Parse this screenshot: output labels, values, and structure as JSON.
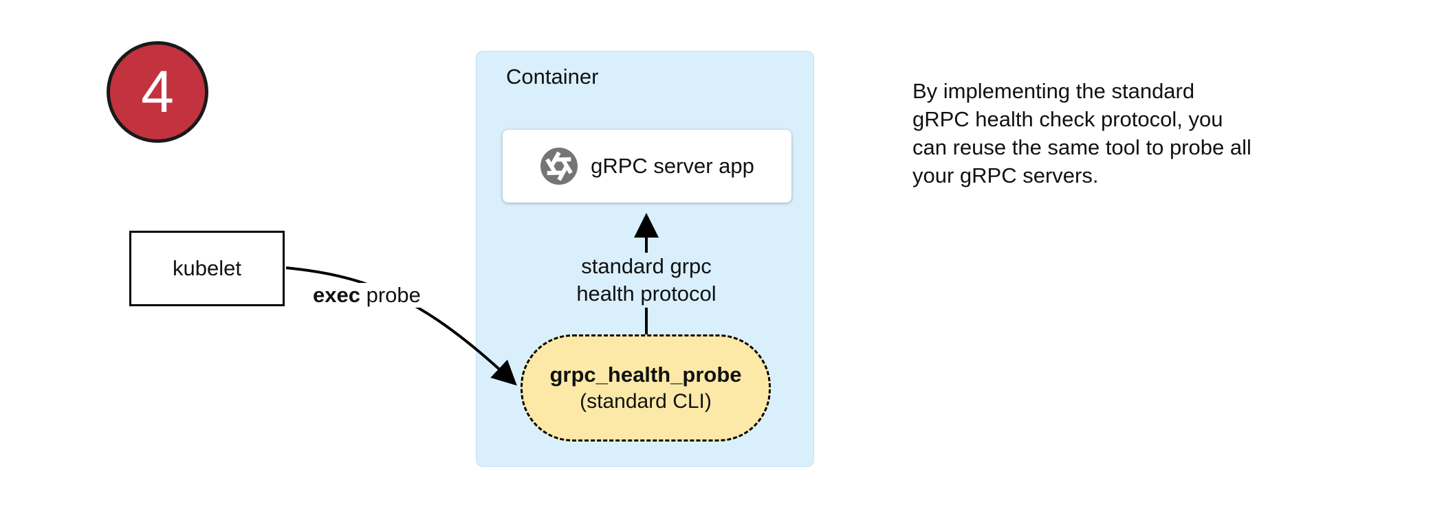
{
  "badge": {
    "number": "4"
  },
  "kubelet": {
    "label": "kubelet"
  },
  "container": {
    "label": "Container"
  },
  "server_box": {
    "label": "gRPC server app",
    "icon": "grpc-aperture-icon"
  },
  "probe_box": {
    "title": "grpc_health_probe",
    "subtitle": "(standard CLI)"
  },
  "arrows": {
    "exec_label_bold": "exec",
    "exec_label_rest": " probe",
    "protocol_label_line1": "standard grpc",
    "protocol_label_line2": "health protocol"
  },
  "note": {
    "lines": [
      "By implementing the standard",
      "gRPC health check protocol, you",
      "can reuse the same tool to probe all",
      "your gRPC servers."
    ]
  },
  "colors": {
    "badge_red": "#c2333f",
    "badge_border": "#1a1a1a",
    "container_blue": "#d9effb",
    "pill_yellow": "#fce9a8",
    "line_black": "#000000"
  }
}
